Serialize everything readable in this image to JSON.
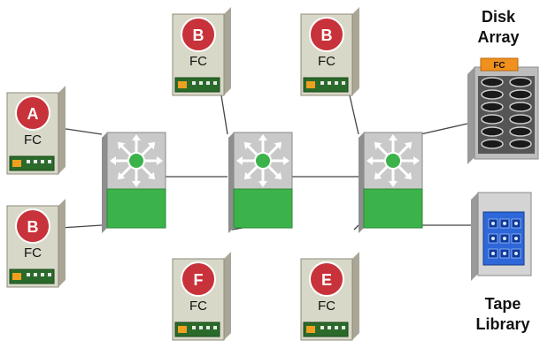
{
  "colors": {
    "server_front": "#d8d8c8",
    "server_side": "#aaa595",
    "node_badge": "#c8323a",
    "switch_green": "#3cb34a",
    "switch_grey": "#c9c9c9",
    "tape_blue": "#2e67d8",
    "disk_orange": "#f0901e",
    "link": "#444444"
  },
  "servers": [
    {
      "id": "server-a",
      "letter": "A",
      "label": "FC"
    },
    {
      "id": "server-b-left",
      "letter": "B",
      "label": "FC"
    },
    {
      "id": "server-b-top-left",
      "letter": "B",
      "label": "FC"
    },
    {
      "id": "server-b-top-right",
      "letter": "B",
      "label": "FC"
    },
    {
      "id": "server-f",
      "letter": "F",
      "label": "FC"
    },
    {
      "id": "server-e",
      "letter": "E",
      "label": "FC"
    }
  ],
  "switches": [
    {
      "id": "switch-left"
    },
    {
      "id": "switch-center"
    },
    {
      "id": "switch-right"
    }
  ],
  "storage": {
    "disk_array": {
      "line1": "Disk",
      "line2": "Array",
      "tag": "FC"
    },
    "tape_library": {
      "line1": "Tape",
      "line2": "Library"
    }
  },
  "connections": [
    [
      "server-a",
      "switch-left"
    ],
    [
      "server-b-left",
      "switch-left"
    ],
    [
      "switch-left",
      "switch-center"
    ],
    [
      "switch-center",
      "switch-right"
    ],
    [
      "server-b-top-left",
      "switch-center"
    ],
    [
      "server-f",
      "switch-center"
    ],
    [
      "server-b-top-right",
      "switch-right"
    ],
    [
      "server-e",
      "switch-right"
    ],
    [
      "switch-right",
      "disk-array"
    ],
    [
      "switch-right",
      "tape-library"
    ]
  ]
}
